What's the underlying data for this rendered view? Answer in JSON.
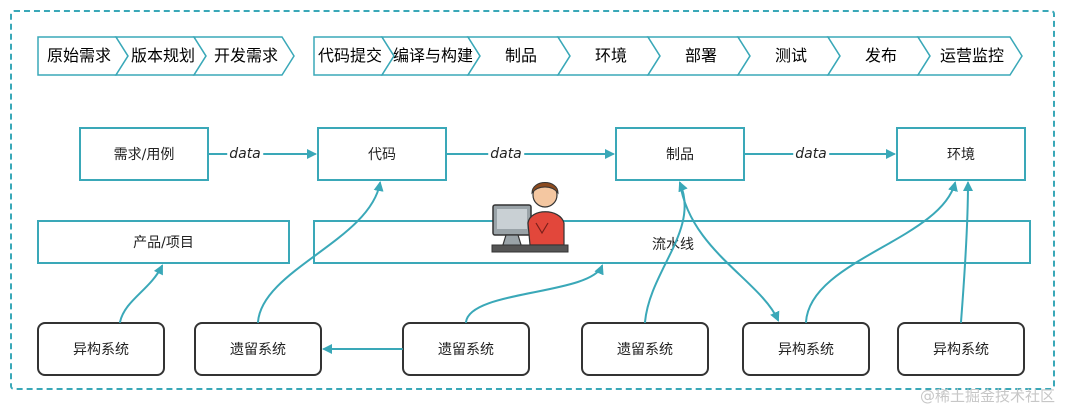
{
  "pipeline_top_left": [
    "原始需求",
    "版本规划",
    "开发需求"
  ],
  "pipeline_top_right": [
    "代码提交",
    "编译与构建",
    "制品",
    "环境",
    "部署",
    "测试",
    "发布",
    "运营监控"
  ],
  "flow_boxes": {
    "requirement": "需求/用例",
    "code": "代码",
    "artifact": "制品",
    "env": "环境"
  },
  "edge_label": "data",
  "product_box": "产品/项目",
  "pipeline_box": "流水线",
  "systems": [
    {
      "label": "异构系统",
      "color": "#2b2b3f"
    },
    {
      "label": "遗留系统",
      "color": "#f0951f"
    },
    {
      "label": "遗留系统",
      "color": "#8a5cd6"
    },
    {
      "label": "遗留系统",
      "color": "#f0951f"
    },
    {
      "label": "异构系统",
      "color": "#e0524d"
    },
    {
      "label": "异构系统",
      "color": "#3ec45a"
    }
  ],
  "accent_color": "#3aa8b8",
  "watermark": "@稀土掘金技术社区"
}
